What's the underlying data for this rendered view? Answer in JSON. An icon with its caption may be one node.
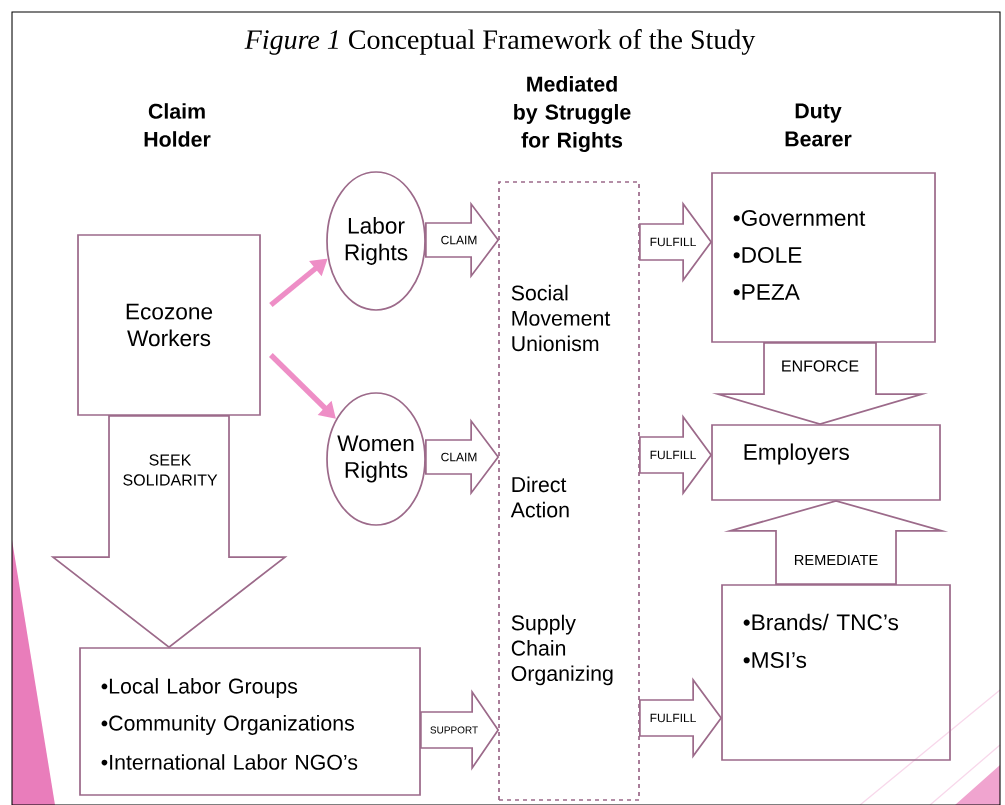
{
  "diagram": {
    "title": "*Figure 1* Conceptual Framework of the Study",
    "nodes": [
      {
        "text": [
          "Ecozone Workers"
        ]
      },
      {
        "text": [
          "Labor Rights"
        ]
      },
      {
        "text": [
          "Women Rights"
        ]
      },
      {
        "text": [
          "Social Movement Unionism",
          "Direct Action",
          "Supply Chain Organizing"
        ]
      },
      {
        "text": [
          "•Government",
          "•DOLE",
          "•PEZA"
        ]
      },
      {
        "text": [
          "Employers"
        ]
      },
      {
        "text": [
          "•Brands/ TNC’s",
          "•MSI’s"
        ]
      },
      {
        "text": [
          "•Local Labor Groups",
          "•Community Organizations",
          "•International Labor NGO’s"
        ]
      }
    ],
    "edges": [
      {
        "from": 0,
        "to": 1,
        "arrow": "to",
        "color": "#ee8ec6"
      },
      {
        "from": 0,
        "to": 2,
        "arrow": "to",
        "color": "#ee8ec6"
      },
      {
        "from": 1,
        "to": 3,
        "arrow": "to",
        "label": "CLAIM"
      },
      {
        "from": 2,
        "to": 3,
        "arrow": "to",
        "label": "CLAIM"
      },
      {
        "from": 3,
        "to": 4,
        "arrow": "to",
        "label": "FULFILL"
      },
      {
        "from": 3,
        "to": 5,
        "arrow": "to",
        "label": "FULFILL"
      },
      {
        "from": 3,
        "to": 6,
        "arrow": "to",
        "label": "FULFILL"
      },
      {
        "from": 4,
        "to": 5,
        "arrow": "to",
        "label": "ENFORCE"
      },
      {
        "from": 6,
        "to": 5,
        "arrow": "to",
        "label": "REMEDIATE"
      },
      {
        "from": 0,
        "to": 7,
        "arrow": "to",
        "label": "SEEK SOLIDARITY"
      },
      {
        "from": 7,
        "to": 3,
        "arrow": "to",
        "label": "SUPPORT"
      }
    ],
    "labels": [
      "Claim Holder",
      "Mediated by Struggle for Rights",
      "Duty Bearer"
    ]
  }
}
